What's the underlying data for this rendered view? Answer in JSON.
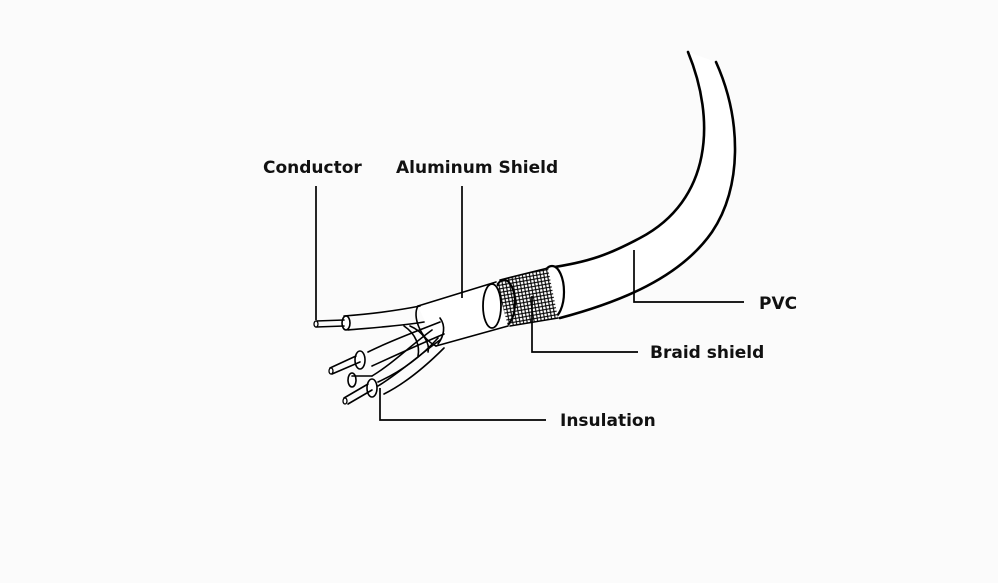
{
  "labels": {
    "conductor": "Conductor",
    "aluminum_shield": "Aluminum Shield",
    "pvc": "PVC",
    "braid_shield": "Braid shield",
    "insulation": "Insulation"
  },
  "colors": {
    "background": "#fbfbfb",
    "line": "#000000",
    "text": "#111111"
  }
}
